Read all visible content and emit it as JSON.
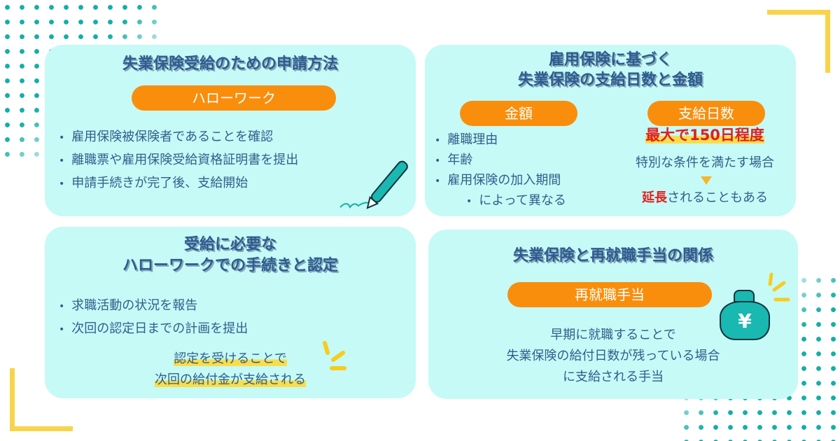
{
  "card1": {
    "title": "失業保険受給のための申請方法",
    "pill": "ハローワーク",
    "items": [
      "雇用保険被保険者であることを確認",
      "離職票や雇用保険受給資格証明書を提出",
      "申請手続きが完了後、支給開始"
    ]
  },
  "card2": {
    "title_line1": "雇用保険に基づく",
    "title_line2": "失業保険の支給日数と金額",
    "pill_left": "金額",
    "pill_right": "支給日数",
    "items": [
      "離職理由",
      "年齢",
      "雇用保険の加入期間"
    ],
    "items_tail": "によって異なる",
    "max_days": "最大で150日程度",
    "condition": "特別な条件を満たす場合",
    "extend_red": "延長",
    "extend_rest": "されることもある"
  },
  "card3": {
    "title_line1": "受給に必要な",
    "title_line2": "ハローワークでの手続きと認定",
    "items": [
      "求職活動の状況を報告",
      "次回の認定日までの計画を提出"
    ],
    "note_line1": "認定を受けることで",
    "note_line2": "次回の給付金が支給される"
  },
  "card4": {
    "title": "失業保険と再就職手当の関係",
    "pill": "再就職手当",
    "desc_line1": "早期に就職することで",
    "desc_line2": "失業保険の給付日数が残っている場合",
    "desc_line3": "に支給される手当",
    "bag_symbol": "¥"
  },
  "colors": {
    "card": "#c6faf6",
    "accent": "#f98e0c",
    "text": "#2f5f8c",
    "dots": "#14afa6",
    "yellow": "#f7d44a",
    "red": "#e02020"
  }
}
